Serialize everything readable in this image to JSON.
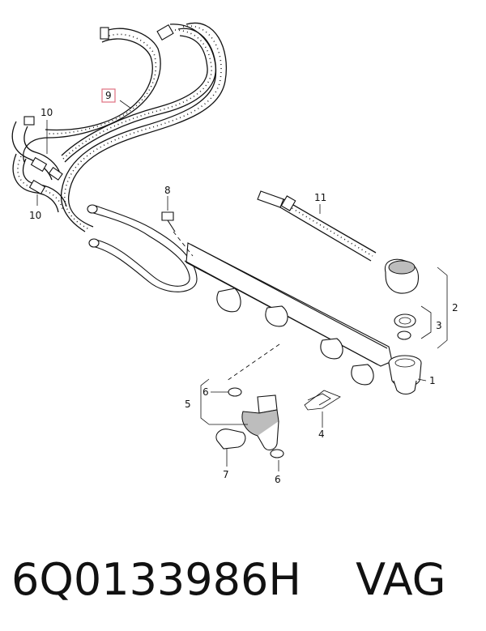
{
  "diagram": {
    "callouts": {
      "c1": "1",
      "c2": "2",
      "c3": "3",
      "c4": "4",
      "c5": "5",
      "c6a": "6",
      "c6b": "6",
      "c7": "7",
      "c8": "8",
      "c9": "9",
      "c10a": "10",
      "c10b": "10",
      "c11": "11"
    },
    "highlight_color": "#e07080"
  },
  "footer": {
    "part_number": "6Q0133986H",
    "brand": "VAG"
  }
}
